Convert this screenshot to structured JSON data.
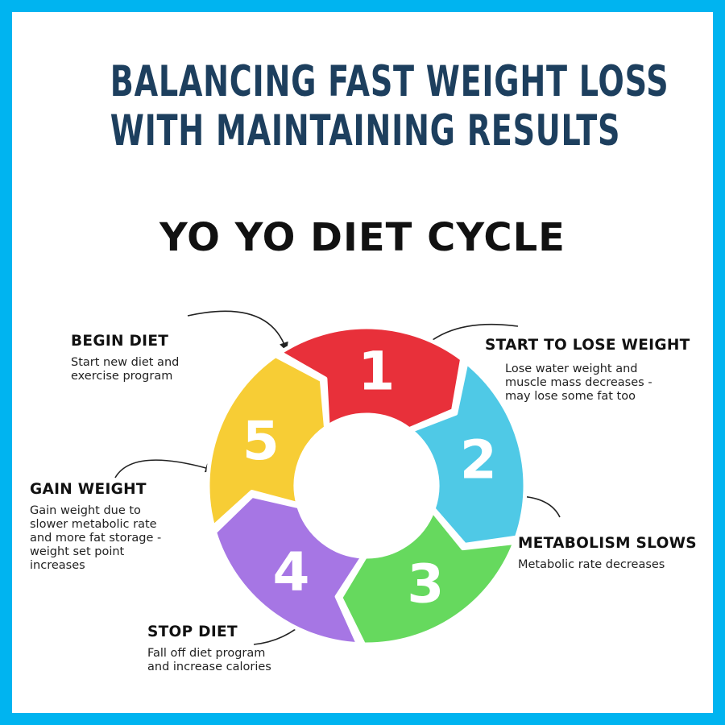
{
  "title_lines": [
    "BALANCING FAST WEIGHT LOSS",
    "WITH MAINTAINING RESULTS"
  ],
  "subtitle": "YO YO DIET CYCLE",
  "colors": {
    "border": "#00b4f0",
    "title": "#1d3f5e",
    "step1": "#e8303a",
    "step2": "#4fc9e6",
    "step3": "#66d95e",
    "step4": "#a676e4",
    "step5": "#f7cd35"
  },
  "steps": [
    {
      "number": "1",
      "heading": "BEGIN DIET",
      "description": "Start new diet and\nexercise program"
    },
    {
      "number": "2",
      "heading": "START TO LOSE WEIGHT",
      "description": "Lose water weight and\nmuscle mass decreases -\nmay lose some fat too"
    },
    {
      "number": "3",
      "heading": "METABOLISM SLOWS",
      "description": "Metabolic rate decreases"
    },
    {
      "number": "4",
      "heading": "STOP DIET",
      "description": "Fall off diet program\nand increase calories"
    },
    {
      "number": "5",
      "heading": "GAIN WEIGHT",
      "description": "Gain weight due to\nslower metabolic rate\nand more fat storage -\nweight set point\nincreases"
    }
  ]
}
